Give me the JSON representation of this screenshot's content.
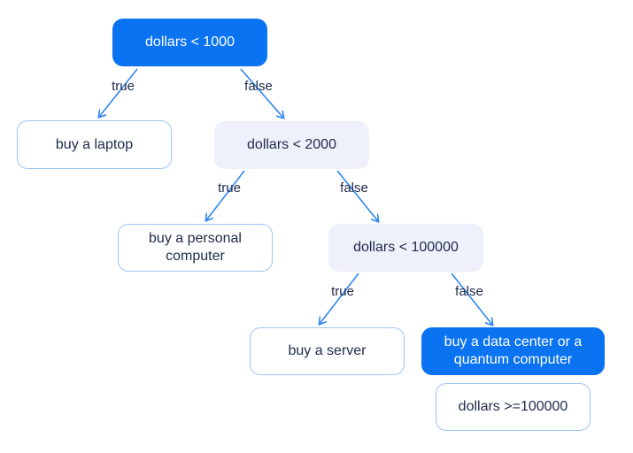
{
  "nodes": {
    "root": "dollars < 1000",
    "laptop": "buy a laptop",
    "split_2000": "dollars < 2000",
    "personal_computer": "buy a personal computer",
    "split_100000": "dollars < 100000",
    "server": "buy a server",
    "data_center": "buy a data center or a quantum computer",
    "condition_note": "dollars >=100000"
  },
  "edges": {
    "root_true": "true",
    "root_false": "false",
    "split_2000_true": "true",
    "split_2000_false": "false",
    "split_100000_true": "true",
    "split_100000_false": "false"
  },
  "colors": {
    "primary": "#0a73f2",
    "text": "#1e2a4a",
    "soft_fill": "#eef0fb",
    "outline": "#9dc6f5",
    "arrow": "#2f86f0"
  }
}
